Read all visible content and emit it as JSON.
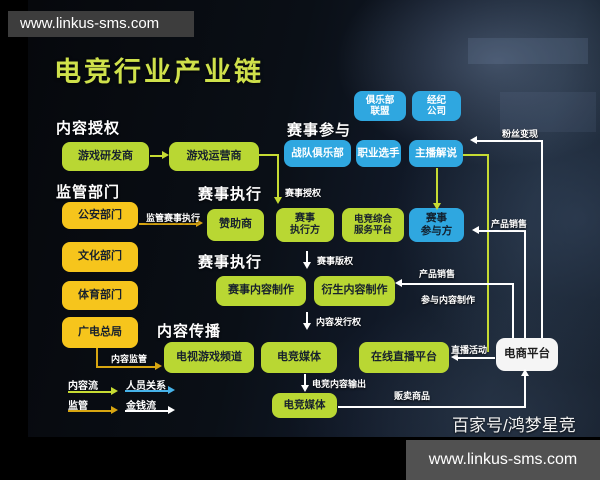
{
  "watermark_top": "www.linkus-sms.com",
  "watermark_bottom": "www.linkus-sms.com",
  "credit": "百家号/鸿梦星竞",
  "title": "电竞行业产业链",
  "colors": {
    "node_green": "#b9d733",
    "node_yellow": "#f6c51c",
    "node_blue": "#2fa7e0",
    "node_white": "#f5f5f5",
    "title_text": "#cfe14b",
    "flow_content": "#c6db33",
    "flow_people": "#46b2e8",
    "flow_supervision": "#d8a611",
    "flow_money": "#ffffff"
  },
  "sections": {
    "content_license": "内容授权",
    "regulators": "监管部门",
    "event_participation": "赛事参与",
    "event_execution_1": "赛事执行",
    "event_execution_2": "赛事执行",
    "content_distribution": "内容传播"
  },
  "nodes": {
    "game_dev": "游戏研发商",
    "game_op": "游戏运营商",
    "police": "公安部门",
    "culture": "文化部门",
    "sports": "体育部门",
    "broadcast": "广电总局",
    "club_union": "俱乐部\n联盟",
    "agency": "经纪\n公司",
    "team_club": "战队俱乐部",
    "pro_player": "职业选手",
    "streamer": "主播解说",
    "sponsor": "赞助商",
    "exec_party": "赛事\n执行方",
    "service_platform": "电竞综合\n服务平台",
    "participant": "赛事\n参与方",
    "match_content": "赛事内容制作",
    "derived_content": "衍生内容制作",
    "tv_channel": "电视游戏频道",
    "esports_media": "电竞媒体",
    "live_platform": "在线直播平台",
    "esports_media_2": "电竞媒体",
    "ecommerce": "电商平台"
  },
  "edges": {
    "event_license": "赛事授权",
    "supervise_exec": "监管赛事执行",
    "event_copyright": "赛事版权",
    "content_publish_right": "内容发行权",
    "esports_content_output": "电竞内容输出",
    "content_supervision": "内容监管",
    "fan_monetization": "粉丝变现",
    "product_sales_1": "产品销售",
    "product_sales_2": "产品销售",
    "join_content_making": "参与内容制作",
    "live_events": "直播活动",
    "sell_goods": "贩卖商品"
  },
  "legend": {
    "content_flow": "内容流",
    "people_relation": "人员关系",
    "supervision": "监管",
    "money_flow": "金钱流"
  }
}
